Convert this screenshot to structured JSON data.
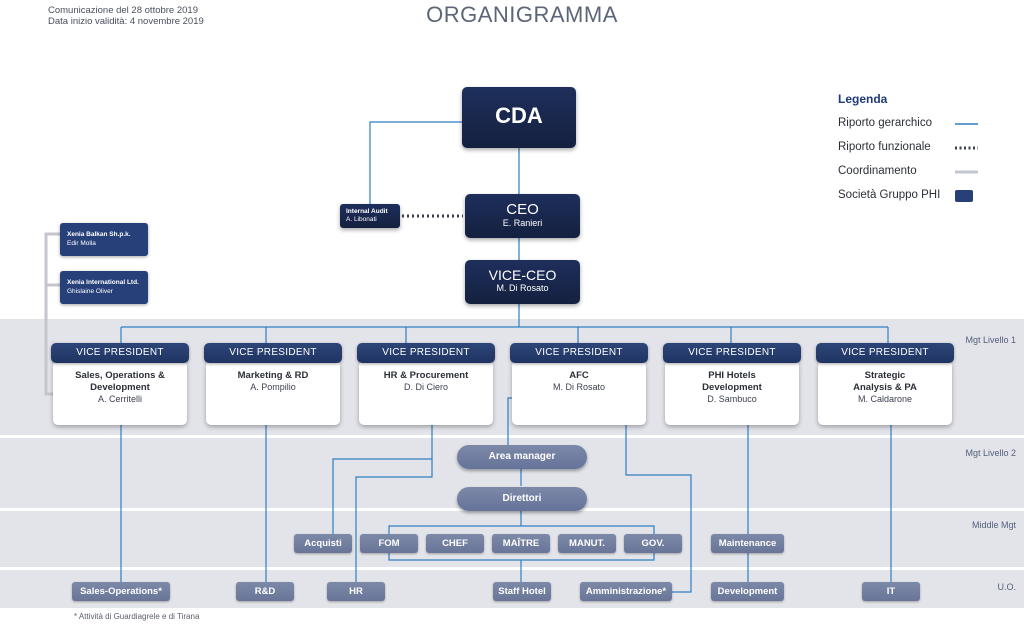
{
  "header": {
    "line1": "Comunicazione del 28 ottobre 2019",
    "line2": "Data inizio validità: 4 novembre 2019",
    "title": "ORGANIGRAMMA"
  },
  "legend": {
    "title": "Legenda",
    "items": [
      {
        "label": "Riporto gerarchico",
        "style": "solid",
        "color": "#2f7fc1"
      },
      {
        "label": "Riporto funzionale",
        "style": "dotted",
        "color": "#3a3f4a"
      },
      {
        "label": "Coordinamento",
        "style": "solid",
        "color": "#c3c6ce"
      },
      {
        "label": "Società Gruppo PHI",
        "style": "box",
        "color": "#27407a"
      }
    ]
  },
  "bands": {
    "level1": "Mgt Livello 1",
    "level2": "Mgt Livello 2",
    "middle": "Middle Mgt",
    "uo": "U.O."
  },
  "top": {
    "cda": {
      "title": "CDA"
    },
    "ceo": {
      "title": "CEO",
      "person": "E. Ranieri"
    },
    "viceceo": {
      "title": "VICE-CEO",
      "person": "M. Di Rosato"
    },
    "audit": {
      "title": "Internal Audit",
      "person": "A. Libonati"
    }
  },
  "companies": [
    {
      "name": "Xenia Balkan Sh.p.k.",
      "person": "Edir Molla"
    },
    {
      "name": "Xenia International Ltd.",
      "person": "Ghislaine Oliver"
    }
  ],
  "vps": [
    {
      "head": "VICE PRESIDENT",
      "area": "Sales, Operations & Development",
      "person": "A. Cerritelli"
    },
    {
      "head": "VICE PRESIDENT",
      "area": "Marketing & RD",
      "person": "A. Pompilio"
    },
    {
      "head": "VICE PRESIDENT",
      "area": "HR & Procurement",
      "person": "D. Di Ciero"
    },
    {
      "head": "VICE PRESIDENT",
      "area": "AFC",
      "person": "M. Di Rosato"
    },
    {
      "head": "VICE PRESIDENT",
      "area": "PHI Hotels Development",
      "person": "D. Sambuco"
    },
    {
      "head": "VICE PRESIDENT",
      "area": "Strategic Analysis & PA",
      "person": "M. Caldarone"
    }
  ],
  "level2": {
    "area_manager": "Area manager",
    "direttori": "Direttori"
  },
  "middle": [
    "Acquisti",
    "FOM",
    "CHEF",
    "MAÎTRE",
    "MANUT.",
    "GOV.",
    "Maintenance"
  ],
  "uo": [
    "Sales-Operations*",
    "R&D",
    "HR",
    "Staff Hotel",
    "Amministrazione*",
    "Development",
    "IT"
  ],
  "footnote": "* Attività di Guardiagrele e di Tirana"
}
